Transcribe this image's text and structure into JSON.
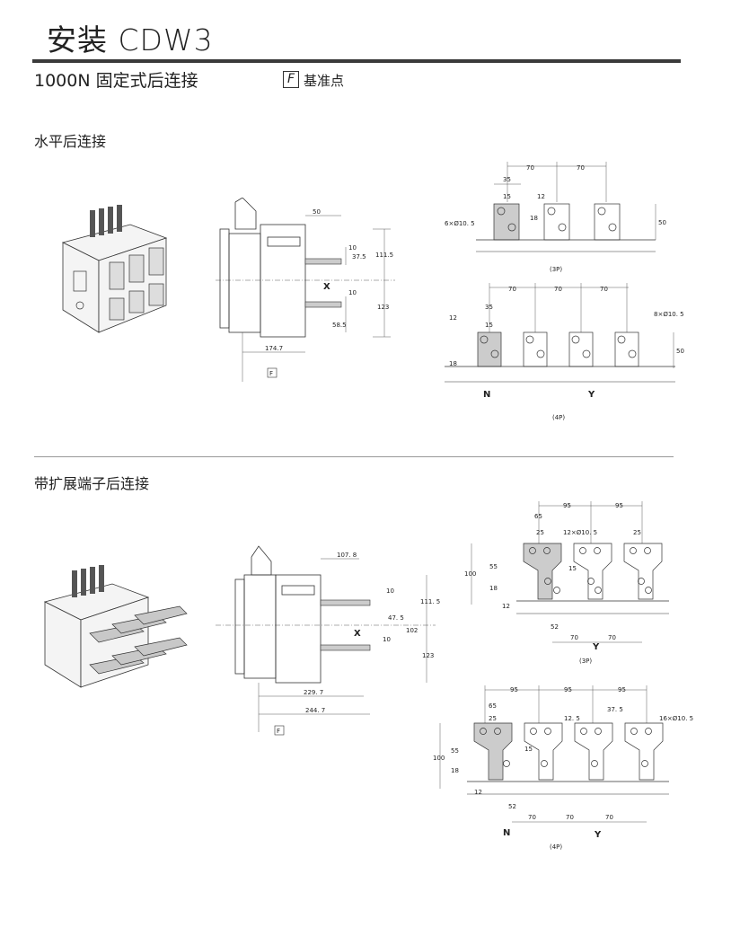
{
  "header": {
    "title": "安装 CDW3",
    "subtitle": "1000N 固定式后连接",
    "ref_symbol": "F",
    "ref_label": "基准点"
  },
  "section1": {
    "heading": "水平后连接",
    "side_dims": {
      "d50": "50",
      "d10a": "10",
      "d37_5": "37.5",
      "d111_5": "111.5",
      "x": "X",
      "d10b": "10",
      "d123": "123",
      "d58_5": "58.5",
      "d174_7": "174.7",
      "f": "F"
    },
    "p3": {
      "d70a": "70",
      "d70b": "70",
      "d35": "35",
      "d15": "15",
      "d12": "12",
      "d18": "18",
      "hole": "6×Ø10. 5",
      "d50": "50",
      "label": "(3P)"
    },
    "p4": {
      "d70a": "70",
      "d70b": "70",
      "d70c": "70",
      "d35": "35",
      "d12": "12",
      "d15": "15",
      "hole": "8×Ø10. 5",
      "d50": "50",
      "d18": "18",
      "n": "N",
      "y": "Y",
      "label": "(4P)"
    }
  },
  "section2": {
    "heading": "带扩展端子后连接",
    "side_dims": {
      "d107_8": "107. 8",
      "d10a": "10",
      "d111_5": "111. 5",
      "d47_5": "47. 5",
      "x": "X",
      "d102": "102",
      "d10b": "10",
      "d123": "123",
      "d229_7": "229. 7",
      "d244_7": "244. 7",
      "f": "F"
    },
    "p3": {
      "d95a": "95",
      "d95b": "95",
      "d65": "65",
      "d25a": "25",
      "hole": "12×Ø10. 5",
      "d25b": "25",
      "d100": "100",
      "d55": "55",
      "d15": "15",
      "d18": "18",
      "d12": "12",
      "d52": "52",
      "d70a": "70",
      "d70b": "70",
      "y": "Y",
      "label": "(3P)"
    },
    "p4": {
      "d95a": "95",
      "d95b": "95",
      "d95c": "95",
      "d65": "65",
      "d25": "25",
      "d12_5": "12. 5",
      "d37_5": "37. 5",
      "hole": "16×Ø10. 5",
      "d55": "55",
      "d100": "100",
      "d15": "15",
      "d18": "18",
      "d12": "12",
      "d52": "52",
      "d70a": "70",
      "d70b": "70",
      "d70c": "70",
      "n": "N",
      "y": "Y",
      "label": "(4P)"
    }
  }
}
